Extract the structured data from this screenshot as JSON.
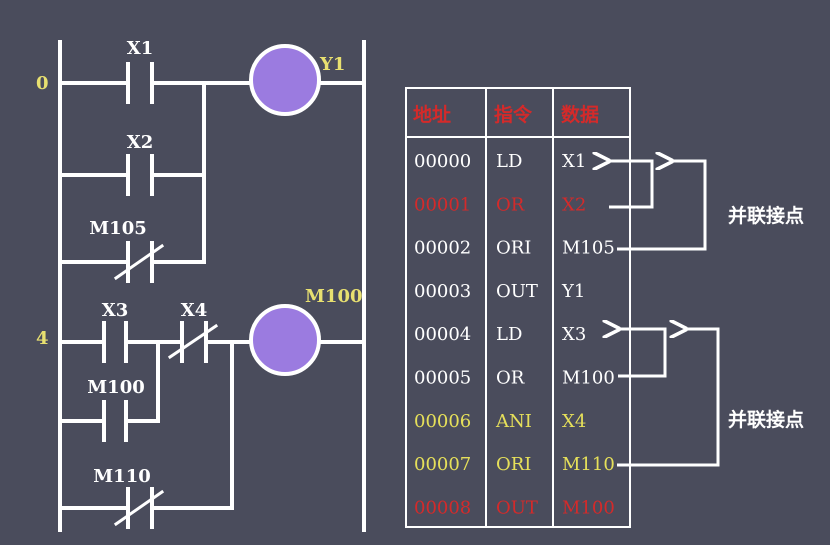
{
  "colors": {
    "background": "#4a4c5c",
    "line": "#ffffff",
    "coil": "#9b7be0",
    "label": "#ffffff",
    "rung_number": "#e8e070",
    "coil_label": "#e8e070",
    "red": "#d42a2a",
    "yellow": "#e6e05a"
  },
  "ladder": {
    "rung0_number": "0",
    "rung4_number": "4",
    "contacts": {
      "x1": "X1",
      "x2": "X2",
      "m105": "M105",
      "x3": "X3",
      "x4": "X4",
      "m100": "M100",
      "m110": "M110"
    },
    "coils": {
      "y1": "Y1",
      "m100": "M100"
    }
  },
  "table": {
    "headers": [
      "地址",
      "指令",
      "数据"
    ],
    "rows": [
      {
        "address": "00000",
        "instruction": "LD",
        "data": "X1",
        "color": "white"
      },
      {
        "address": "00001",
        "instruction": "OR",
        "data": "X2",
        "color": "red"
      },
      {
        "address": "00002",
        "instruction": "ORI",
        "data": "M105",
        "color": "white"
      },
      {
        "address": "00003",
        "instruction": "OUT",
        "data": "Y1",
        "color": "white"
      },
      {
        "address": "00004",
        "instruction": "LD",
        "data": "X3",
        "color": "white"
      },
      {
        "address": "00005",
        "instruction": "OR",
        "data": "M100",
        "color": "white"
      },
      {
        "address": "00006",
        "instruction": "ANI",
        "data": "X4",
        "color": "yellow"
      },
      {
        "address": "00007",
        "instruction": "ORI",
        "data": "M110",
        "color": "yellow"
      },
      {
        "address": "00008",
        "instruction": "OUT",
        "data": "M100",
        "color": "red"
      }
    ]
  },
  "annotations": {
    "parallel_1": "并联接点",
    "parallel_2": "并联接点"
  }
}
